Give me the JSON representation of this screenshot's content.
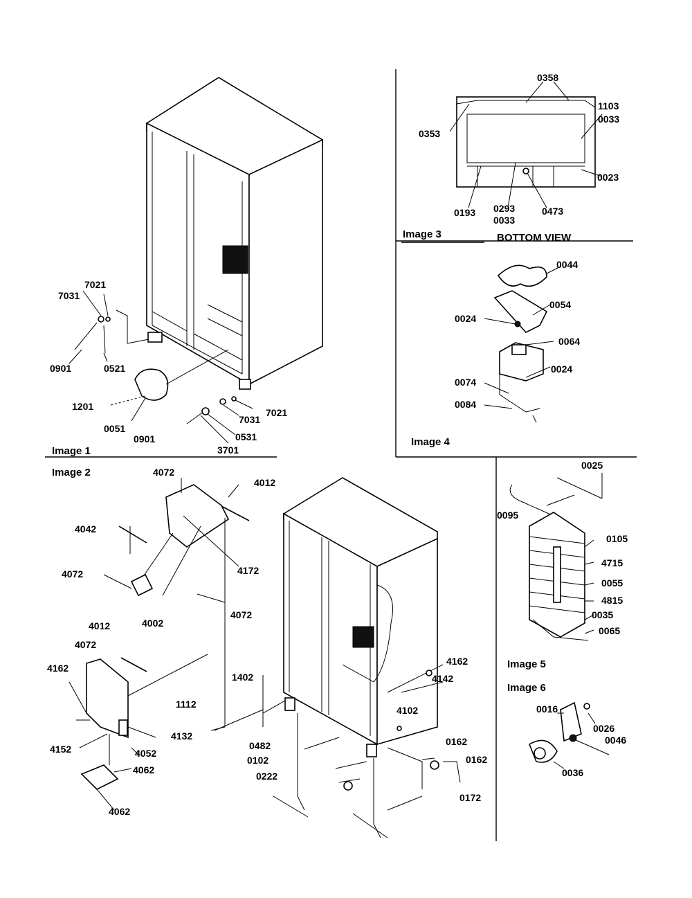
{
  "panels": {
    "image1": {
      "caption": "Image 1",
      "labels": [
        "7021",
        "7031",
        "0901",
        "0521",
        "1201",
        "0051",
        "0901",
        "3701",
        "0531",
        "7031",
        "7021"
      ]
    },
    "image2": {
      "caption": "Image 2",
      "labels": [
        "4072",
        "4012",
        "4042",
        "4172",
        "4072",
        "4002",
        "4072",
        "4012",
        "4072",
        "4162",
        "1402",
        "1112",
        "4132",
        "4152",
        "4052",
        "4062",
        "4062",
        "0482",
        "0102",
        "0222",
        "4102",
        "4162",
        "4142",
        "0162",
        "0162",
        "0172"
      ]
    },
    "image3": {
      "caption": "Image 3",
      "subcaption": "BOTTOM VIEW",
      "labels": [
        "0358",
        "1103",
        "0033",
        "0353",
        "0023",
        "0193",
        "0293",
        "0033",
        "0473"
      ]
    },
    "image4": {
      "caption": "Image 4",
      "labels": [
        "0044",
        "0054",
        "0024",
        "0064",
        "0024",
        "0074",
        "0084"
      ]
    },
    "image5": {
      "caption": "Image 5",
      "labels": [
        "0025",
        "0095",
        "0105",
        "4715",
        "0055",
        "4815",
        "0035",
        "0065"
      ]
    },
    "image6": {
      "caption": "Image 6",
      "labels": [
        "0016",
        "0026",
        "0046",
        "0036"
      ]
    }
  }
}
